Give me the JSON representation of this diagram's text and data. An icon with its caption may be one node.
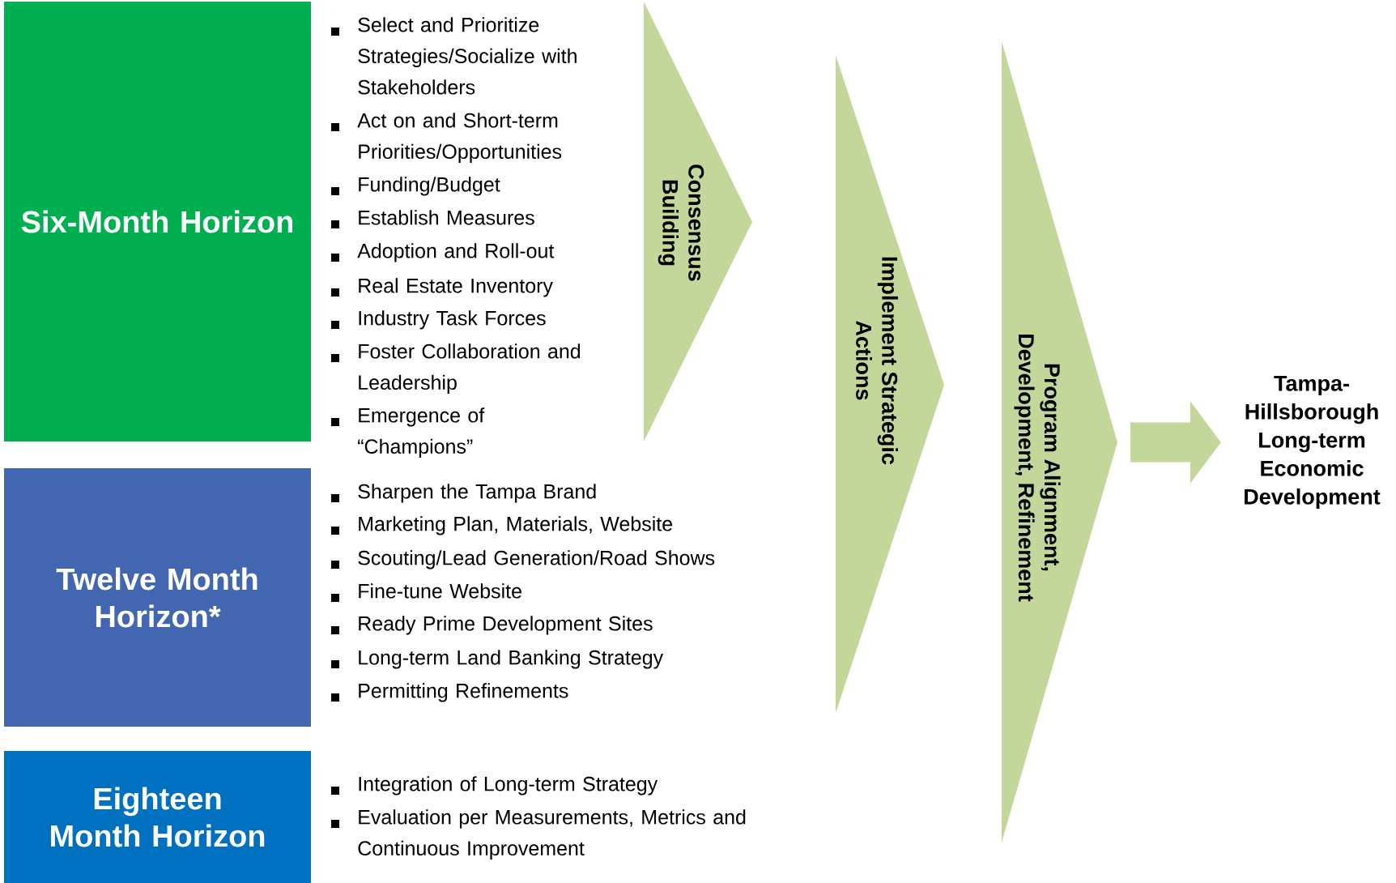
{
  "diagram": {
    "nodes": [
      {
        "text": [
          "Six-Month Horizon"
        ],
        "beside": [
          "Select and Prioritize Strategies/Socialize with Stakeholders",
          "Act on and Short-term Priorities/Opportunities",
          "Funding/Budget",
          "Establish Measures",
          "Adoption and Roll-out",
          "Real Estate Inventory",
          "Industry Task Forces",
          "Foster Collaboration and Leadership",
          "Emergence of “Champions”"
        ]
      },
      {
        "text": [
          "Twelve Month Horizon*"
        ],
        "beside": [
          "Sharpen the Tampa Brand",
          "Marketing Plan, Materials, Website",
          "Scouting/Lead Generation/Road Shows",
          "Fine-tune Website",
          "Ready Prime Development Sites",
          "Long-term Land Banking Strategy",
          "Permitting Refinements"
        ]
      },
      {
        "text": [
          "Eighteen Month Horizon"
        ],
        "beside": [
          "Integration of Long-term Strategy",
          "Evaluation per Measurements, Metrics and Continuous Improvement"
        ]
      },
      {
        "text": [
          "Consensus Building"
        ]
      },
      {
        "text": [
          "Implement Strategic Actions"
        ]
      },
      {
        "text": [
          "Program Alignment, Development, Refinement"
        ]
      },
      {
        "text": [
          "Tampa-Hillsborough Long-term Economic Development"
        ]
      }
    ],
    "edges": [
      {
        "from": 5,
        "to": 6,
        "arrow": "to"
      }
    ]
  }
}
